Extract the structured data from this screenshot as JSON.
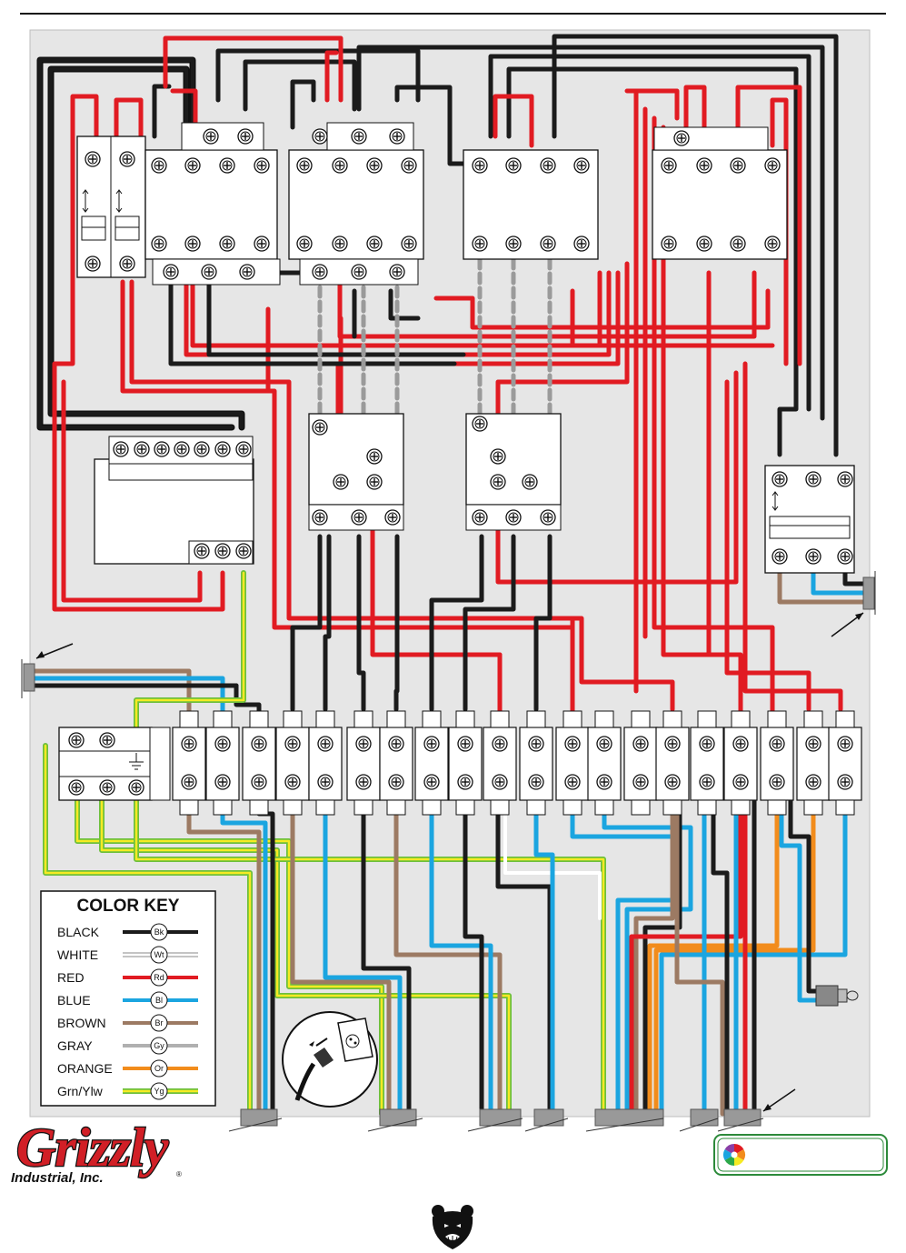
{
  "colors": {
    "panel_bg": "#e6e6e6",
    "black": "#1b1b1b",
    "white": "#ffffff",
    "red": "#e11b22",
    "blue": "#1ba5e0",
    "brown": "#9c7a63",
    "gray": "#b0b0b0",
    "orange": "#f28c1c",
    "green": "#6cbf3c",
    "yellow": "#f6ea23",
    "brand_red": "#d11f26"
  },
  "color_key": {
    "title": "COLOR KEY",
    "entries": [
      {
        "name": "BLACK",
        "abbr": "Bk",
        "color": "#1b1b1b",
        "style": "solid"
      },
      {
        "name": "WHITE",
        "abbr": "Wt",
        "color": "#ffffff",
        "style": "solid"
      },
      {
        "name": "RED",
        "abbr": "Rd",
        "color": "#e11b22",
        "style": "solid"
      },
      {
        "name": "BLUE",
        "abbr": "Bl",
        "color": "#1ba5e0",
        "style": "solid"
      },
      {
        "name": "BROWN",
        "abbr": "Br",
        "color": "#9c7a63",
        "style": "solid"
      },
      {
        "name": "GRAY",
        "abbr": "Gy",
        "color": "#b0b0b0",
        "style": "solid"
      },
      {
        "name": "ORANGE",
        "abbr": "Or",
        "color": "#f28c1c",
        "style": "solid"
      },
      {
        "name": "Grn/Ylw",
        "abbr": "Yg",
        "color": "#f6ea23",
        "style": "greenyellow"
      }
    ]
  },
  "brand": {
    "name": "Grizzly",
    "subtitle": "Industrial, Inc.",
    "registered": "®"
  },
  "color_badge": {
    "label": ""
  },
  "icons": [
    "bear-logo-icon",
    "color-wheel-icon",
    "plug-outlet-icon",
    "pilot-light-icon"
  ]
}
